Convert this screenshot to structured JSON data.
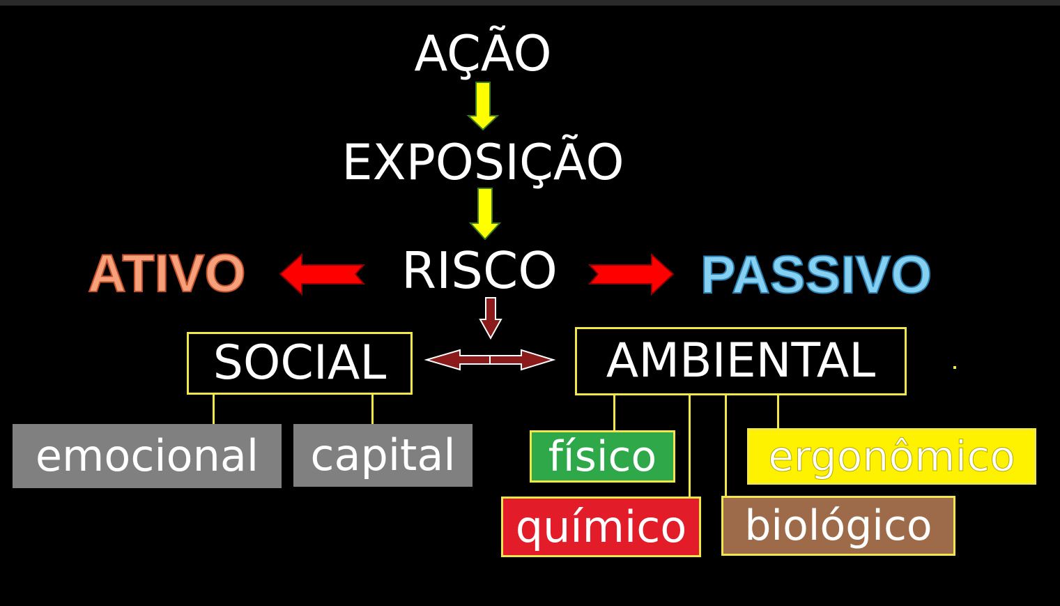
{
  "flow": {
    "step1": "AÇÃO",
    "step2": "EXPOSIÇÃO",
    "step3": "RISCO"
  },
  "sides": {
    "left": "ATIVO",
    "right": "PASSIVO"
  },
  "categories": {
    "social": {
      "label": "SOCIAL",
      "items": [
        "emocional",
        "capital"
      ]
    },
    "ambiental": {
      "label": "AMBIENTAL",
      "items": [
        "físico",
        "químico",
        "ergonômico",
        "biológico"
      ]
    }
  },
  "colors": {
    "background": "#000000",
    "connector_yellow": "#f1e64a",
    "arrow_yellow": "#ffff00",
    "arrow_red": "#ff0000",
    "arrow_darkred": "#8b1a1a",
    "ativo": "#f6a17c",
    "passivo": "#86d0f2",
    "social_items": "#808080",
    "fisico": "#2fa84a",
    "quimico": "#e31c2a",
    "ergonomico": "#fff200",
    "biologico": "#9e6b4a"
  }
}
